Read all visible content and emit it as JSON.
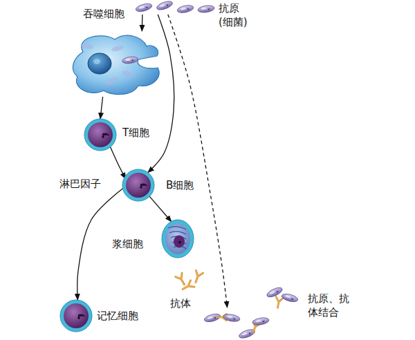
{
  "diagram": {
    "nodes": [
      {
        "text": [
          "吞噬细胞"
        ]
      },
      {
        "text": [
          "抗原 (细菌)"
        ]
      },
      {
        "text": [
          "T细胞"
        ]
      },
      {
        "text": [
          "B细胞"
        ]
      },
      {
        "text": [
          "浆细胞"
        ]
      },
      {
        "text": [
          "记忆细胞"
        ]
      },
      {
        "text": [
          "抗体"
        ]
      },
      {
        "text": [
          "抗原、抗体结合"
        ]
      }
    ],
    "edges": [
      {
        "from": 1,
        "to": 0,
        "arrow": "to"
      },
      {
        "from": 0,
        "to": 2,
        "arrow": "to"
      },
      {
        "from": 1,
        "to": 3,
        "arrow": "to"
      },
      {
        "from": 2,
        "to": 3,
        "arrow": "to"
      },
      {
        "from": 3,
        "to": 4,
        "arrow": "to"
      },
      {
        "from": 3,
        "to": 5,
        "arrow": "to"
      },
      {
        "from": 1,
        "to": 7,
        "arrow": "to"
      }
    ],
    "labels": [
      "淋巴因子"
    ]
  }
}
